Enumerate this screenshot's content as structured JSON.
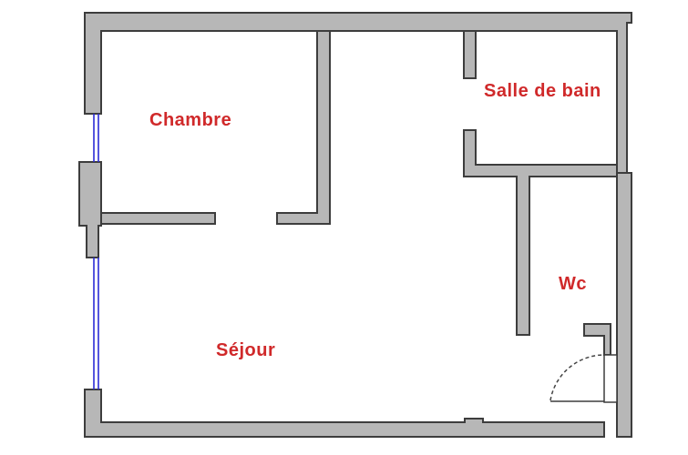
{
  "colors": {
    "label": "#d0292a",
    "window": "#2b2bd6",
    "wall_fill": "#b7b7b7",
    "wall_stroke": "#3d3d3d"
  },
  "rooms": {
    "chambre": "Chambre",
    "salle_de_bain": "Salle de bain",
    "wc": "Wc",
    "sejour": "Séjour"
  }
}
